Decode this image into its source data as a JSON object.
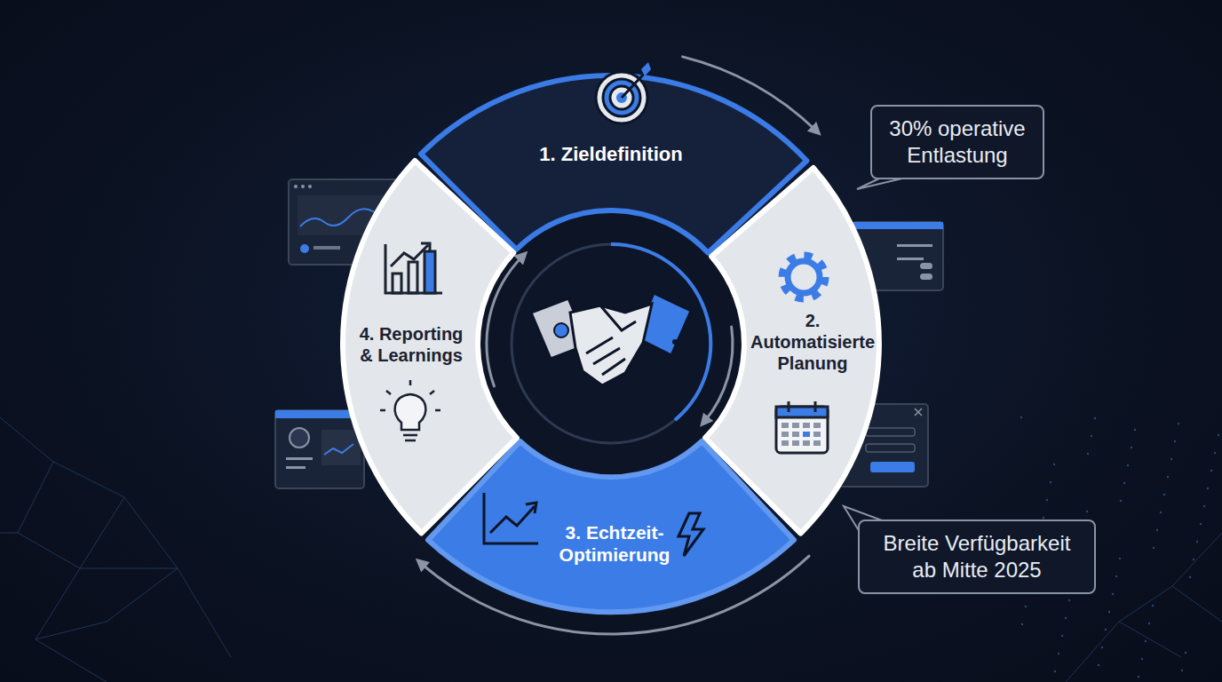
{
  "diagram": {
    "nodes": [
      {
        "text": [
          "1. Zieldefinition"
        ]
      },
      {
        "text": [
          "2. Automatisierte Planung"
        ]
      },
      {
        "text": [
          "3. Echtzeit-Optimierung"
        ]
      },
      {
        "text": [
          "4. Reporting & Learnings"
        ]
      },
      {
        "text": [
          "30% operative Entlastung"
        ]
      },
      {
        "text": [
          "Breite Verfügbarkeit ab Mitte 2025"
        ]
      }
    ],
    "edges": [
      {
        "from": 0,
        "to": 1,
        "arrow": "to"
      },
      {
        "from": 1,
        "to": 2,
        "arrow": "to"
      },
      {
        "from": 2,
        "to": 3,
        "arrow": "to"
      },
      {
        "from": 3,
        "to": 0,
        "arrow": "to"
      }
    ]
  }
}
